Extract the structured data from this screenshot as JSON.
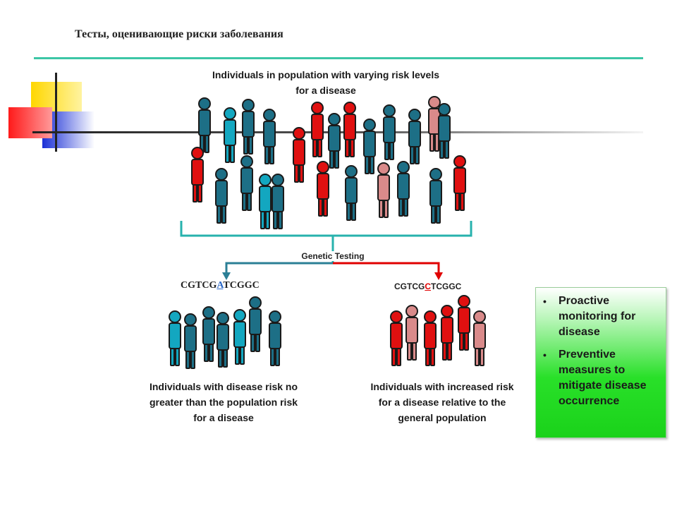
{
  "slide": {
    "title": "Тесты, оценивающие риски заболевания"
  },
  "diagram": {
    "population_caption_line1": "Individuals in population with varying risk levels",
    "population_caption_line2": "for a disease",
    "genetic_testing_label": "Genetic Testing",
    "left_sequence": {
      "before": "CGTCG",
      "variant": "A",
      "after": "TCGGC"
    },
    "right_sequence": {
      "before": "CGTCG",
      "variant": "C",
      "after": "TCGGC"
    },
    "low_risk_caption_line1": "Individuals with disease risk no",
    "low_risk_caption_line2": "greater than the population risk",
    "low_risk_caption_line3": "for a disease",
    "high_risk_caption_line1": "Individuals with increased risk",
    "high_risk_caption_line2": "for a disease relative to the",
    "high_risk_caption_line3": "general population",
    "colors": {
      "teal_person": "#1d6f86",
      "cyan_person": "#13a7c0",
      "red_person": "#e01010",
      "pink_person": "#d98a8a",
      "outline": "#1a1a1a",
      "bracket": "#27b2ad",
      "left_arrow": "#2b7f96",
      "right_arrow": "#e00000"
    }
  },
  "info_box": {
    "bullet1": "Proactive monitoring for disease",
    "bullet2": "Preventive measures to mitigate disease occurrence"
  }
}
